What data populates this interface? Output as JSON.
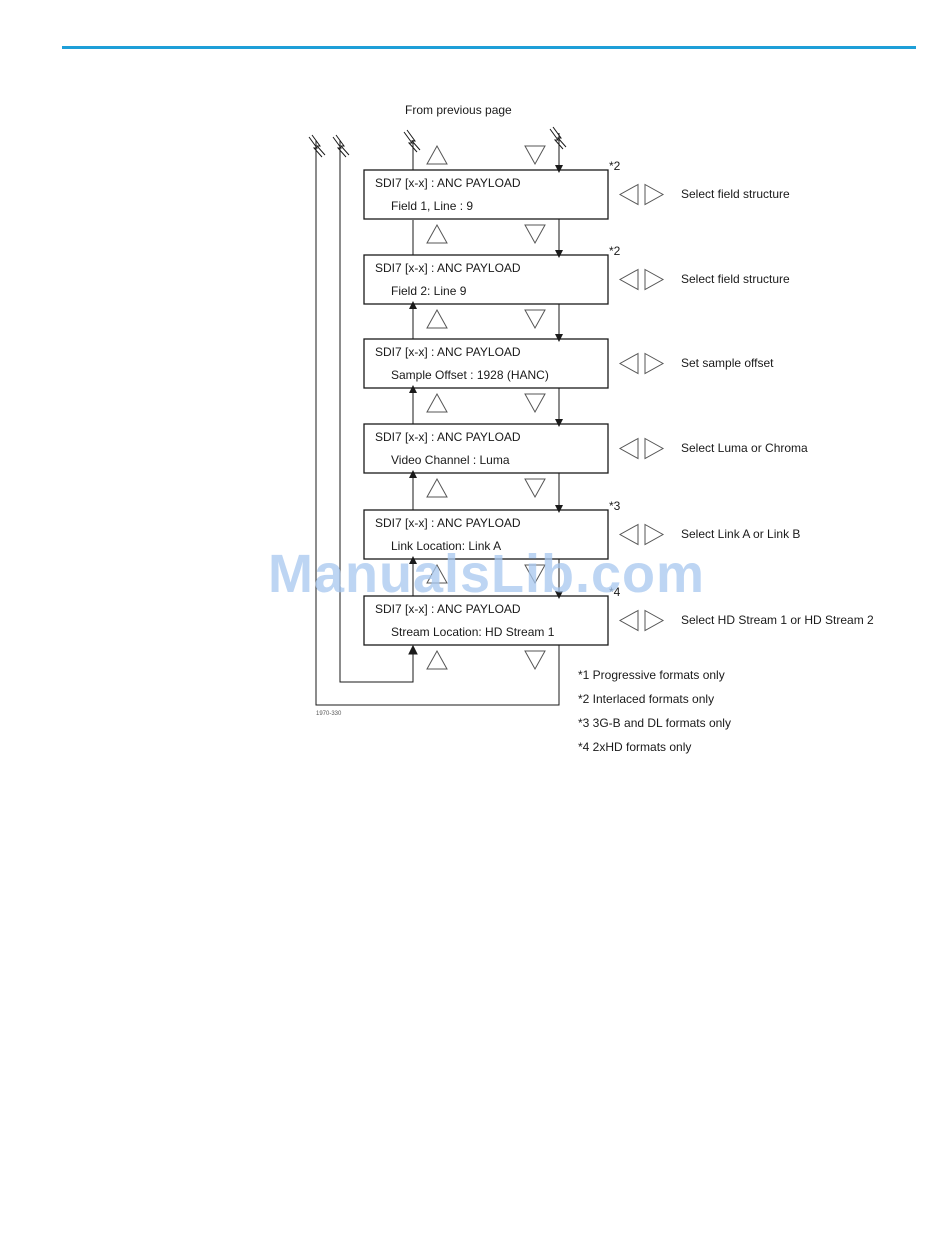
{
  "header": {
    "from_label": "From previous page"
  },
  "steps": [
    {
      "title": "SDI7 [x-x] :  ANC PAYLOAD",
      "value": "Field 1, Line :  9",
      "note": "*2",
      "action": "Select field structure"
    },
    {
      "title": "SDI7 [x-x] :  ANC PAYLOAD",
      "value": "Field 2: Line 9",
      "note": "*2",
      "action": "Select field structure"
    },
    {
      "title": "SDI7 [x-x] :  ANC PAYLOAD",
      "value": "Sample Offset :  1928 (HANC)",
      "note": "",
      "action": "Set sample offset"
    },
    {
      "title": "SDI7 [x-x] :  ANC PAYLOAD",
      "value": "Video Channel : Luma",
      "note": "",
      "action": "Select Luma or Chroma"
    },
    {
      "title": "SDI7 [x-x] :  ANC PAYLOAD",
      "value": "Link Location:  Link A",
      "note": "*3",
      "action": "Select Link A or Link B"
    },
    {
      "title": "SDI7 [x-x] :  ANC PAYLOAD",
      "value": "Stream Location:  HD Stream 1",
      "note": "*4",
      "action": "Select HD Stream 1 or HD Stream 2"
    }
  ],
  "footnotes": [
    "*1 Progressive formats only",
    "*2 Interlaced formats only",
    "*3 3G-B and DL formats only",
    "*4 2xHD formats only"
  ],
  "figure_number": "1970-330",
  "watermark": "ManualsLib.com",
  "colors": {
    "rule": "#1e9fd8",
    "line": "#1a1a1a",
    "watermark": "#a8c8ef"
  }
}
